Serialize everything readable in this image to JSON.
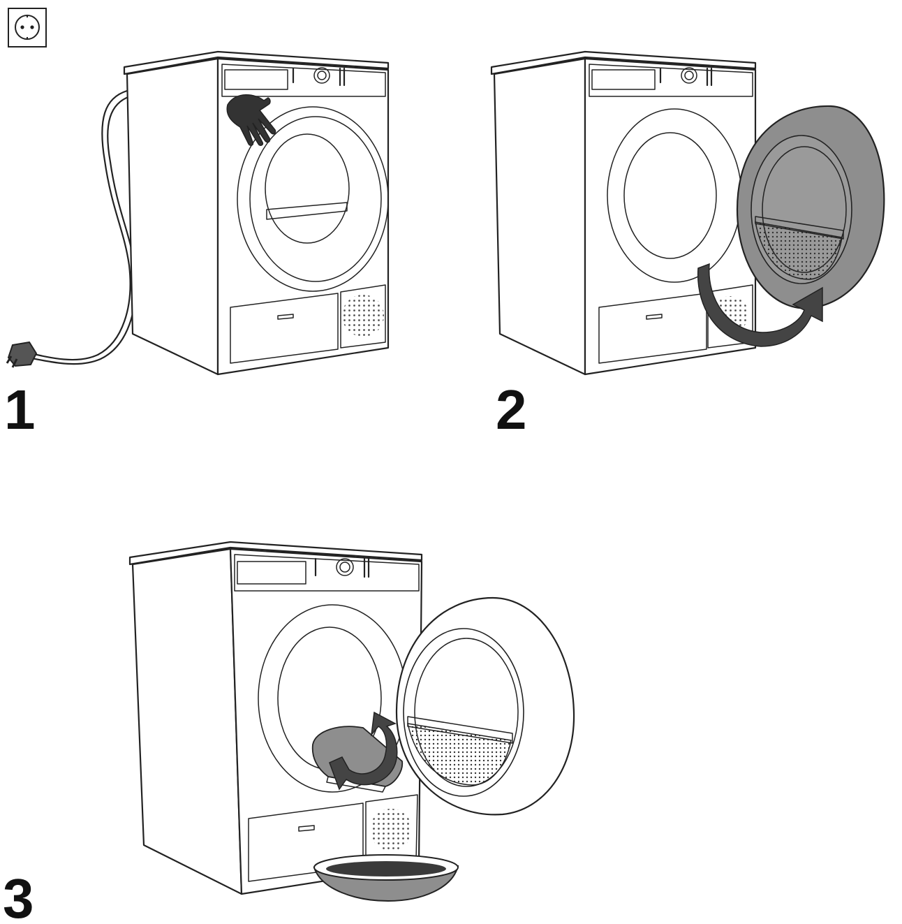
{
  "steps": [
    {
      "number": "1"
    },
    {
      "number": "2"
    },
    {
      "number": "3"
    }
  ],
  "icons": {
    "corner": "power-socket-icon",
    "step1": [
      "power-plug-icon",
      "hand-icon"
    ],
    "step2": [
      "rotate-arrow-icon"
    ],
    "step3": [
      "rotate-arrow-icon",
      "water-bowl-icon"
    ]
  },
  "colors": {
    "line": "#222222",
    "fill_dark": "#3a3a3a",
    "fill_mid": "#8e8e8e",
    "fill_light": "#9a9a9a"
  }
}
